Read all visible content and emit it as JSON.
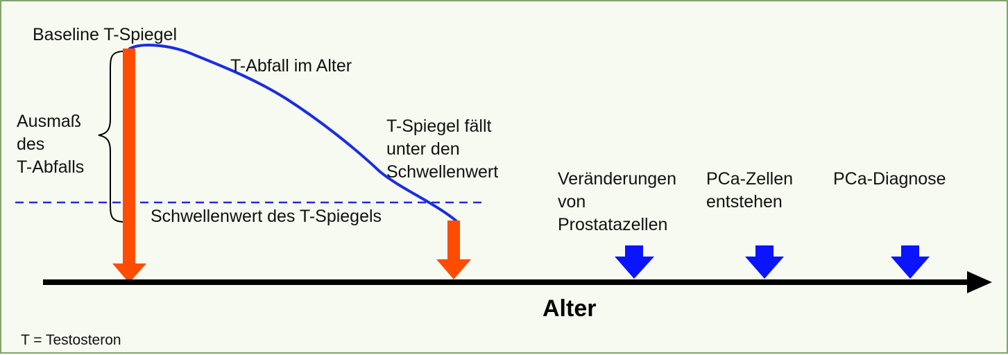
{
  "labels": {
    "baseline": "Baseline T-Spiegel",
    "decline": "T-Abfall im Alter",
    "extent": [
      "Ausmaß",
      "des",
      "T-Abfalls"
    ],
    "threshold": "Schwellenwert des T-Spiegels",
    "falls_below": [
      "T-Spiegel fällt",
      "unter den",
      "Schwellenwert"
    ],
    "event_cell_changes": [
      "Veränderungen",
      "von",
      "Prostatazellen"
    ],
    "event_pca_cells": [
      "PCa-Zellen",
      "entstehen"
    ],
    "event_diagnosis": "PCa-Diagnose",
    "axis": "Alter",
    "footnote": "T = Testosteron"
  },
  "colors": {
    "curve": "#1a2ee0",
    "threshold": "#1a2ee0",
    "drop_arrow": "#ff4c00",
    "event_arrow": "#0a14ff",
    "axis": "#000000"
  },
  "icons": [
    "brace-icon",
    "arrow-down-icon",
    "arrow-right-icon"
  ]
}
